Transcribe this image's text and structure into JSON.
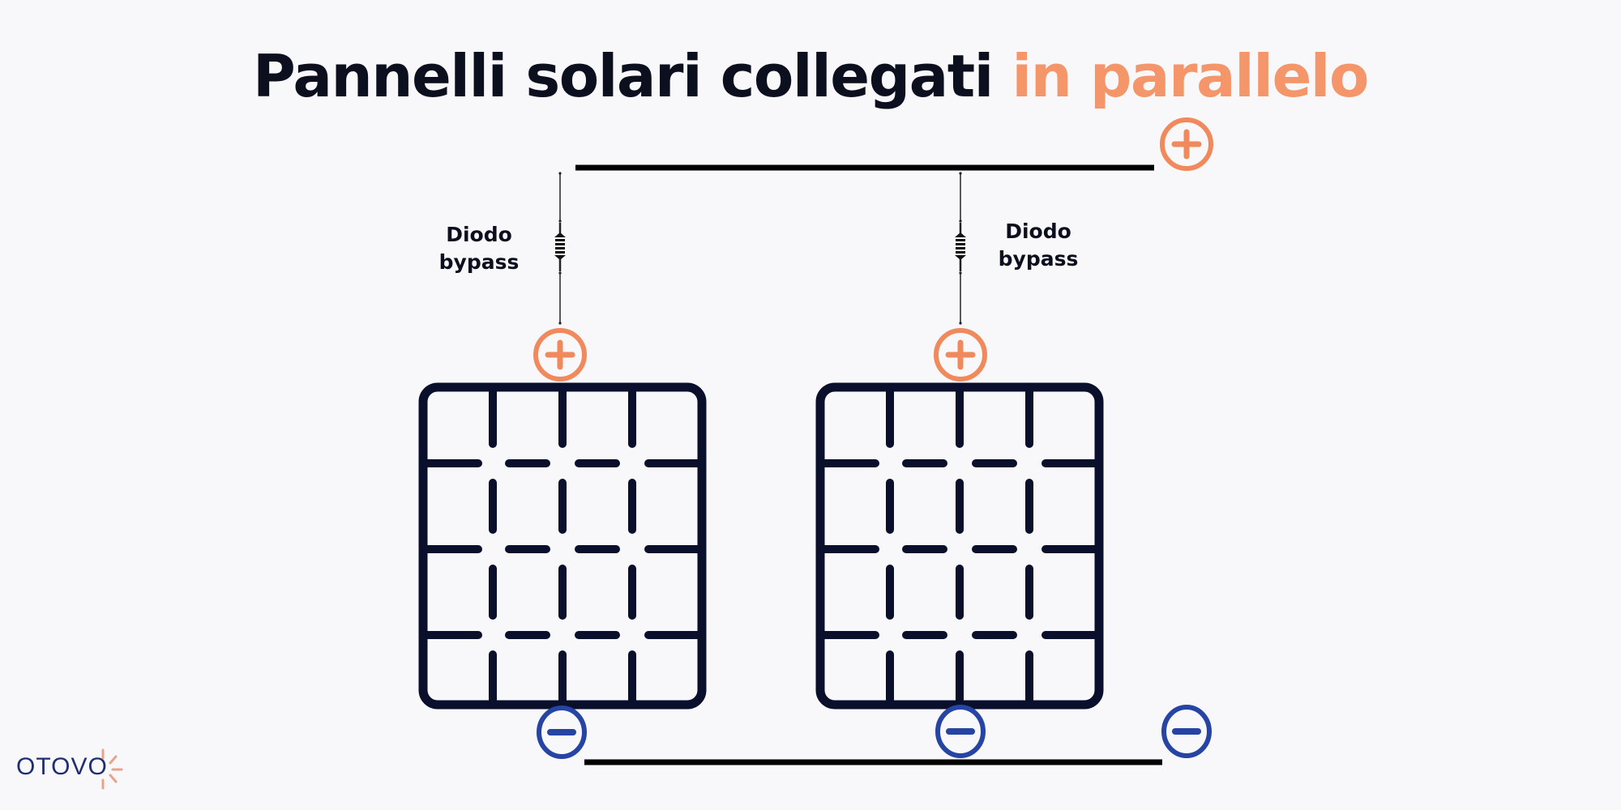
{
  "title": {
    "main": "Pannelli solari collegati",
    "accent": "in parallelo"
  },
  "labels": {
    "diode_left": [
      "Diodo",
      "bypass"
    ],
    "diode_right": [
      "Diodo",
      "bypass"
    ]
  },
  "terminals": {
    "positive_symbol": "plus-icon",
    "negative_symbol": "minus-icon"
  },
  "components": {
    "panels": [
      {
        "id": "panel-1",
        "rows": 4,
        "cols": 4
      },
      {
        "id": "panel-2",
        "rows": 4,
        "cols": 4
      }
    ],
    "diodes": [
      "bypass-diode-1",
      "bypass-diode-2"
    ],
    "buses": [
      "positive-bus",
      "negative-bus"
    ]
  },
  "logo": {
    "text": "OTOVO"
  },
  "colors": {
    "background": "#f8f8fb",
    "text": "#0c0f1e",
    "accent": "#f4956a",
    "positive": "#f08a5d",
    "negative": "#2544a3",
    "panel_stroke": "#0a0f2c",
    "wire": "#000000",
    "logo": "#1f2e6e"
  }
}
